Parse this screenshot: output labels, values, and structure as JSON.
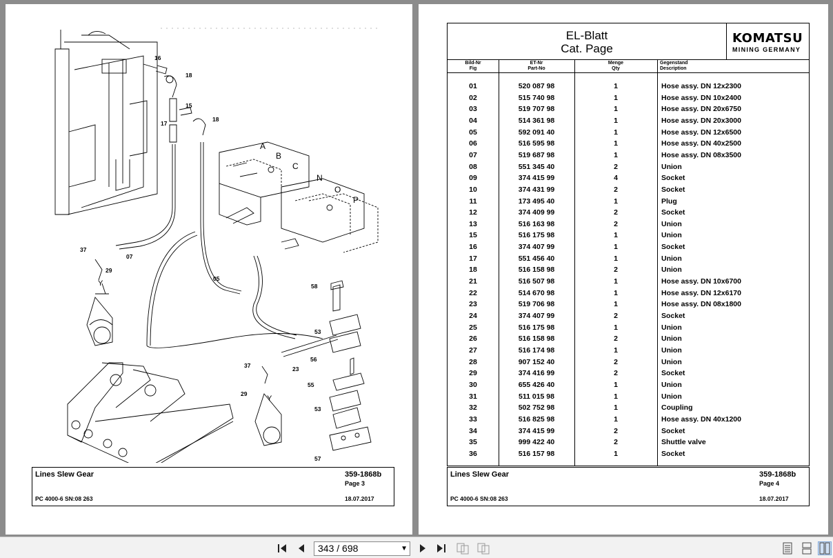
{
  "left_page": {
    "footer": {
      "title": "Lines Slew Gear",
      "doc_number": "359-1868b",
      "page": "Page 3",
      "model": "PC 4000-6 SN:08 263",
      "date": "18.07.2017"
    },
    "callouts": {
      "c16": "16",
      "c18a": "18",
      "c15": "15",
      "c17": "17",
      "c18b": "18",
      "cA": "A",
      "cB": "B",
      "cC": "C",
      "cN": "N",
      "cO": "O",
      "cP": "P",
      "c37a": "37",
      "c07": "07",
      "c29a": "29",
      "cYa": "Y",
      "c05": "05",
      "c58": "58",
      "c53a": "53",
      "c37b": "37",
      "c23": "23",
      "c56": "56",
      "c55": "55",
      "c29b": "29",
      "cYb": "Y",
      "c53b": "53",
      "c57": "57"
    }
  },
  "right_page": {
    "title_line1": "EL-Blatt",
    "title_line2": "Cat. Page",
    "logo_main": "KOMATSU",
    "logo_sub": "MINING GERMANY",
    "headers": {
      "fig_de": "Bild-Nr",
      "fig_en": "Fig",
      "part_de": "ET-Nr",
      "part_en": "Part-No",
      "qty_de": "Menge",
      "qty_en": "Qty",
      "desc_de": "Gegenstand",
      "desc_en": "Description"
    },
    "rows": [
      [
        "01",
        "520 087 98",
        "1",
        "Hose assy. DN 12x2300"
      ],
      [
        "02",
        "515 740 98",
        "1",
        "Hose assy. DN 10x2400"
      ],
      [
        "03",
        "519 707 98",
        "1",
        "Hose assy. DN 20x6750"
      ],
      [
        "04",
        "514 361 98",
        "1",
        "Hose assy. DN 20x3000"
      ],
      [
        "05",
        "592 091 40",
        "1",
        "Hose assy. DN 12x6500"
      ],
      [
        "06",
        "516 595 98",
        "1",
        "Hose assy. DN 40x2500"
      ],
      [
        "07",
        "519 687 98",
        "1",
        "Hose assy. DN 08x3500"
      ],
      [
        "08",
        "551 345 40",
        "2",
        "Union"
      ],
      [
        "09",
        "374 415 99",
        "4",
        "Socket"
      ],
      [
        "10",
        "374 431 99",
        "2",
        "Socket"
      ],
      [
        "11",
        "173 495 40",
        "1",
        "Plug"
      ],
      [
        "12",
        "374 409 99",
        "2",
        "Socket"
      ],
      [
        "13",
        "516 163 98",
        "2",
        "Union"
      ],
      [
        "15",
        "516 175 98",
        "1",
        "Union"
      ],
      [
        "16",
        "374 407 99",
        "1",
        "Socket"
      ],
      [
        "17",
        "551 456 40",
        "1",
        "Union"
      ],
      [
        "18",
        "516 158 98",
        "2",
        "Union"
      ],
      [
        "21",
        "516 507 98",
        "1",
        "Hose assy. DN 10x6700"
      ],
      [
        "22",
        "514 670 98",
        "1",
        "Hose assy. DN 12x6170"
      ],
      [
        "23",
        "519 706 98",
        "1",
        "Hose assy. DN 08x1800"
      ],
      [
        "24",
        "374 407 99",
        "2",
        "Socket"
      ],
      [
        "25",
        "516 175 98",
        "1",
        "Union"
      ],
      [
        "26",
        "516 158 98",
        "2",
        "Union"
      ],
      [
        "27",
        "516 174 98",
        "1",
        "Union"
      ],
      [
        "28",
        "907 152 40",
        "2",
        "Union"
      ],
      [
        "29",
        "374 416 99",
        "2",
        "Socket"
      ],
      [
        "30",
        "655 426 40",
        "1",
        "Union"
      ],
      [
        "31",
        "511 015 98",
        "1",
        "Union"
      ],
      [
        "32",
        "502 752 98",
        "1",
        "Coupling"
      ],
      [
        "33",
        "516 825 98",
        "1",
        "Hose assy. DN 40x1200"
      ],
      [
        "34",
        "374 415 99",
        "2",
        "Socket"
      ],
      [
        "35",
        "999 422 40",
        "2",
        "Shuttle valve"
      ],
      [
        "36",
        "516 157 98",
        "1",
        "Socket"
      ]
    ],
    "footer": {
      "title": "Lines Slew Gear",
      "doc_number": "359-1868b",
      "page": "Page 4",
      "model": "PC 4000-6 SN:08 263",
      "date": "18.07.2017"
    }
  },
  "toolbar": {
    "page_indicator": "343 / 698",
    "icons": [
      "first-page-icon",
      "prev-page-icon",
      "next-page-icon",
      "last-page-icon",
      "go-back-view-icon",
      "go-forward-view-icon",
      "single-page-view-icon",
      "continuous-view-icon",
      "two-page-view-icon"
    ]
  }
}
